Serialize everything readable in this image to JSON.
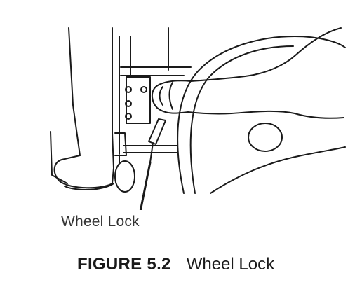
{
  "figure": {
    "callout_label": "Wheel Lock",
    "caption_number": "FIGURE 5.2",
    "caption_title": "Wheel Lock"
  },
  "colors": {
    "line": "#1a1a1a",
    "background": "#ffffff"
  }
}
